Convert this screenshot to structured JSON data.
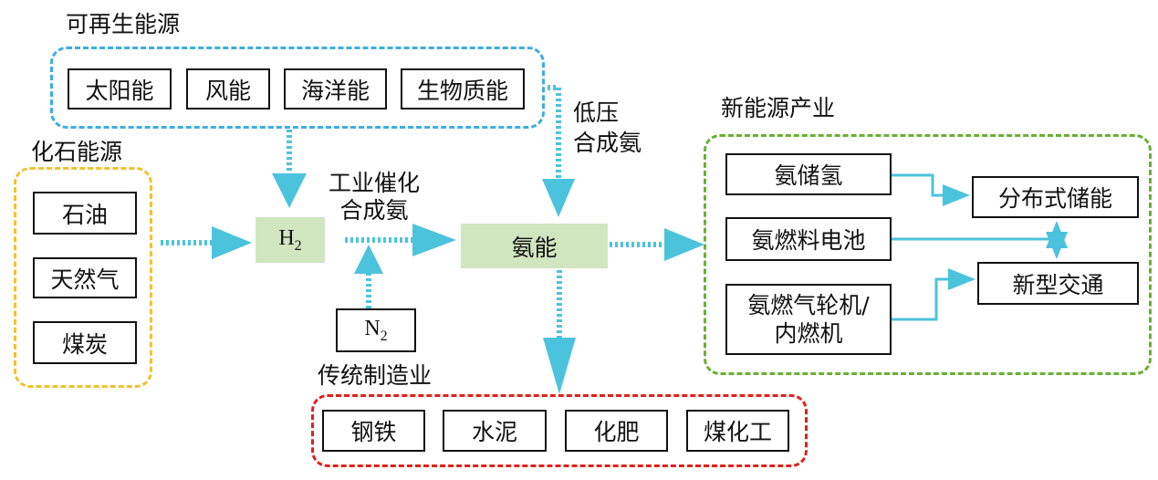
{
  "renewable": {
    "title": "可再生能源",
    "items": [
      "太阳能",
      "风能",
      "海洋能",
      "生物质能"
    ]
  },
  "fossil": {
    "title": "化石能源",
    "items": [
      "石油",
      "天然气",
      "煤炭"
    ]
  },
  "traditional": {
    "title": "传统制造业",
    "items": [
      "钢铁",
      "水泥",
      "化肥",
      "煤化工"
    ]
  },
  "new_energy": {
    "title": "新能源产业",
    "sources": [
      "氨储氢",
      "氨燃料电池",
      "氨燃气轮机/\n内燃机"
    ],
    "targets": [
      "分布式储能",
      "新型交通"
    ]
  },
  "center": {
    "h2": {
      "base": "H",
      "sub": "2"
    },
    "n2": {
      "base": "N",
      "sub": "2"
    },
    "ammonia": "氨能",
    "industrial_label": "工业催化\n合成氨",
    "lowpressure_label": "低压\n合成氨"
  },
  "colors": {
    "renewable": "#3aaee0",
    "fossil": "#f2c12e",
    "traditional": "#e0201c",
    "new_energy": "#66b132",
    "arrow": "#4cc3dd",
    "highlight": "#cfe6bf"
  }
}
